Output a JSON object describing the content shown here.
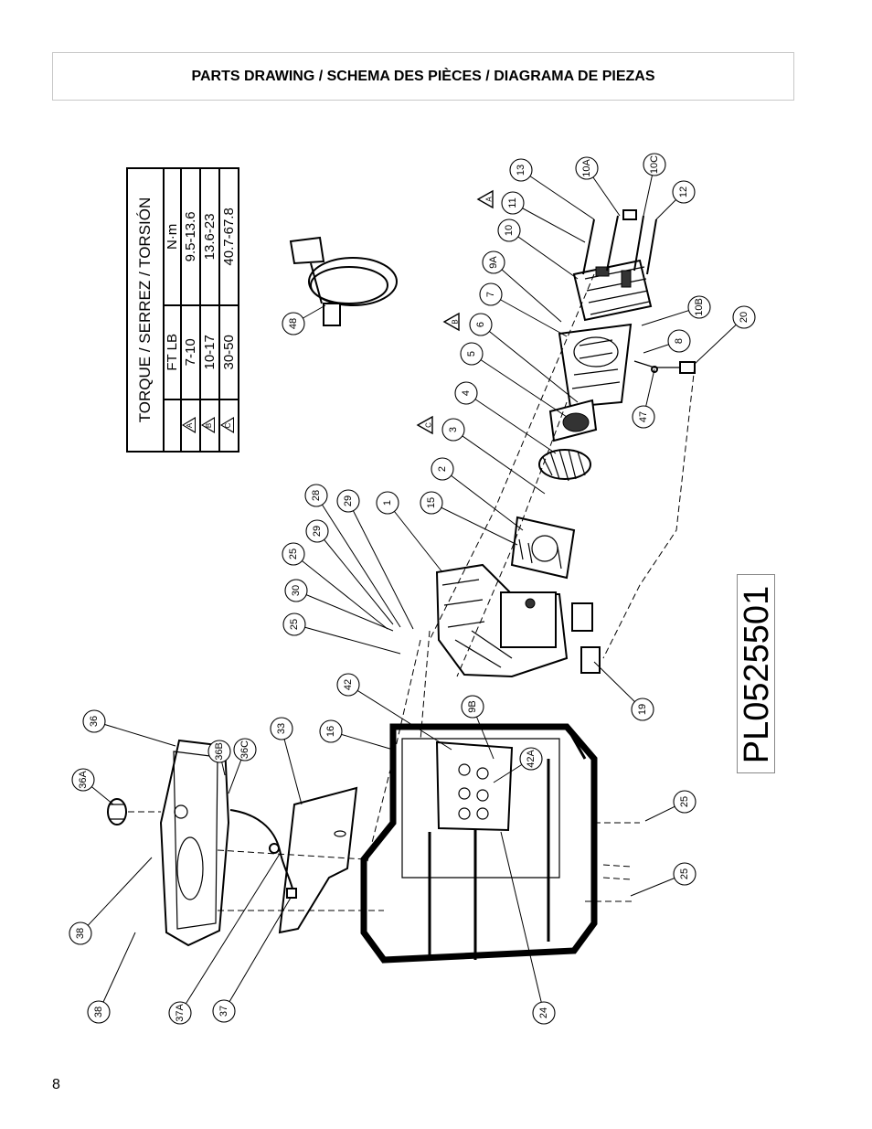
{
  "header": {
    "title": "PARTS DRAWING / SCHEMA DES PIÈCES / DIAGRAMA DE PIEZAS"
  },
  "torque_table": {
    "title": "TORQUE / SERREZ / TORSIÓN",
    "col_ftlb": "FT LB",
    "col_nm": "N·m",
    "rows": [
      {
        "mark": "A",
        "ftlb": "7-10",
        "nm": "9.5-13.6"
      },
      {
        "mark": "B",
        "ftlb": "10-17",
        "nm": "13.6-23"
      },
      {
        "mark": "C",
        "ftlb": "30-50",
        "nm": "40.7-67.8"
      }
    ]
  },
  "drawing_code": "PL0525501",
  "page_number": "8",
  "callouts": [
    {
      "label": "13"
    },
    {
      "label": "10A"
    },
    {
      "label": "10C"
    },
    {
      "label": "12"
    },
    {
      "label": "11"
    },
    {
      "label": "10"
    },
    {
      "label": "9A"
    },
    {
      "label": "7"
    },
    {
      "label": "6"
    },
    {
      "label": "5"
    },
    {
      "label": "4"
    },
    {
      "label": "3"
    },
    {
      "label": "2"
    },
    {
      "label": "15"
    },
    {
      "label": "1"
    },
    {
      "label": "28"
    },
    {
      "label": "29"
    },
    {
      "label": "29"
    },
    {
      "label": "25"
    },
    {
      "label": "30"
    },
    {
      "label": "25"
    },
    {
      "label": "48"
    },
    {
      "label": "10B"
    },
    {
      "label": "8"
    },
    {
      "label": "20"
    },
    {
      "label": "47"
    },
    {
      "label": "19"
    },
    {
      "label": "36"
    },
    {
      "label": "36A"
    },
    {
      "label": "36B"
    },
    {
      "label": "36C"
    },
    {
      "label": "33"
    },
    {
      "label": "16"
    },
    {
      "label": "42"
    },
    {
      "label": "9B"
    },
    {
      "label": "42A"
    },
    {
      "label": "25"
    },
    {
      "label": "25"
    },
    {
      "label": "38"
    },
    {
      "label": "38"
    },
    {
      "label": "37A"
    },
    {
      "label": "37"
    },
    {
      "label": "24"
    }
  ],
  "torque_marks": [
    {
      "label": "A"
    },
    {
      "label": "B"
    },
    {
      "label": "C"
    }
  ]
}
